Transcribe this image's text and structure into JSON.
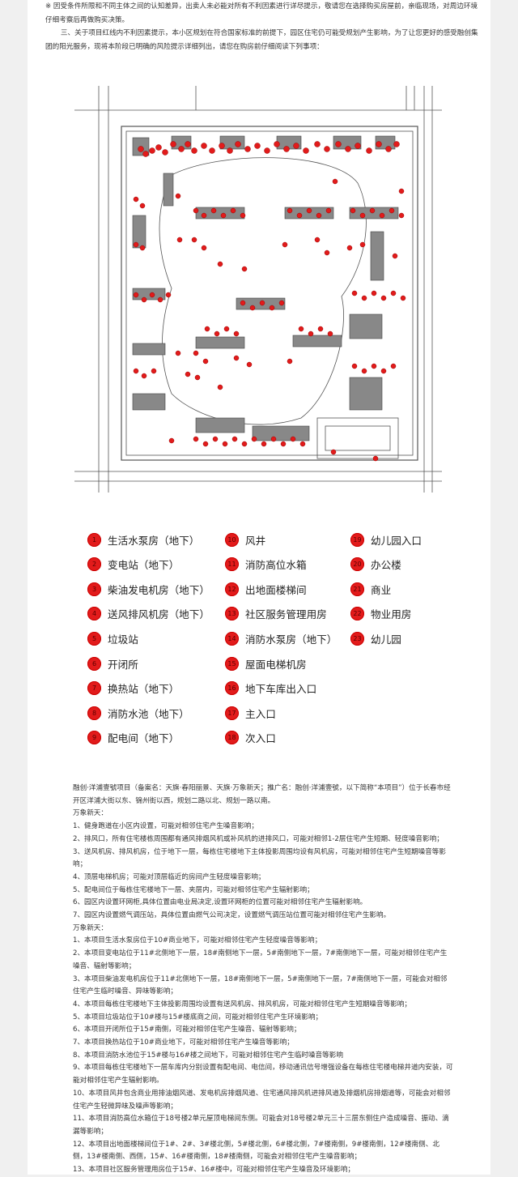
{
  "intro": {
    "p1": "※ 因受条件所限和不同主体之间的认知差异，出卖人未必能对所有不利因素进行详尽提示，敬请您在选择购买房屋前，亲临现场，对周边环境仔细考察后再做购买决策。",
    "p2": "三、关于项目红线内不利因素提示，本小区规划在符合国家标准的前提下，园区住宅仍可能受规划产生影响，为了让您更好的感受融创集团的阳光服务，现将本阶段已明确的风险提示详细列出，请您在购房前仔细阅读下列事项："
  },
  "legend": [
    {
      "num": "1",
      "label": "生活水泵房（地下）"
    },
    {
      "num": "2",
      "label": "变电站（地下）"
    },
    {
      "num": "3",
      "label": "柴油发电机房（地下）"
    },
    {
      "num": "4",
      "label": "送风排风机房（地下）"
    },
    {
      "num": "5",
      "label": "垃圾站"
    },
    {
      "num": "6",
      "label": "开闭所"
    },
    {
      "num": "7",
      "label": "换热站（地下）"
    },
    {
      "num": "8",
      "label": "消防水池（地下）"
    },
    {
      "num": "9",
      "label": "配电间（地下）"
    },
    {
      "num": "10",
      "label": "风井"
    },
    {
      "num": "11",
      "label": "消防高位水箱"
    },
    {
      "num": "12",
      "label": "出地面楼梯间"
    },
    {
      "num": "13",
      "label": "社区服务管理用房"
    },
    {
      "num": "14",
      "label": "消防水泵房（地下）"
    },
    {
      "num": "15",
      "label": "屋面电梯机房"
    },
    {
      "num": "16",
      "label": "地下车库出入口"
    },
    {
      "num": "17",
      "label": "主入口"
    },
    {
      "num": "18",
      "label": "次入口"
    },
    {
      "num": "19",
      "label": "幼儿园入口"
    },
    {
      "num": "20",
      "label": "办公楼"
    },
    {
      "num": "21",
      "label": "商业"
    },
    {
      "num": "22",
      "label": "物业用房"
    },
    {
      "num": "23",
      "label": "幼儿园"
    }
  ],
  "body": [
    "融创·洋浦壹號项目（备案名：天旗·春阳丽景、天旗·万象新天；推广名：融创·洋浦壹號，以下简称“本项目”）位于长春市经开区洋浦大街以东、锦州街以西，规划二路以北、规划一路以南。",
    "万象新天：",
    "1、健身跑道在小区内设置，可能对相邻住宅产生噪音影响；",
    "2、排风口，所有住宅楼栋周围都有通风排烟风机或补风机的进排风口，可能对相邻1-2层住宅产生短期、轻度噪音影响；",
    "3、送风机房、排风机房，位于地下一层，每栋住宅楼地下主体投影周围均设有风机房，可能对相邻住宅产生短期噪音等影响；",
    "4、顶层电梯机房；可能对顶层临近的房间产生轻度噪音影响；",
    "5、配电间位于每栋住宅楼地下一层、夹层内，可能对相邻住宅产生辐射影响；",
    "6、园区内设置环网柜,具体位置由电业局决定,设置环网柜的位置可能对相邻住宅产生辐射影响。",
    "7、园区内设置燃气调压站，具体位置由燃气公司决定，设置燃气调压站位置可能对相邻住宅产生影响。",
    "万象新天：",
    "1、本项目生活水泵房位于10#商业地下，可能对相邻住宅产生轻度噪音等影响；",
    "2、本项目变电站位于11#北侧地下一层，18#南侧地下一层，5#南侧地下一层，7#南侧地下一层，可能对相邻住宅产生噪音、辐射等影响；",
    "3、本项目柴油发电机房位于11#北侧地下一层，18#南侧地下一层，5#南侧地下一层，7#南侧地下一层，可能会对相邻住宅产生临时噪音、异味等影响；",
    "4、本项目每栋住宅楼地下主体投影周围均设置有送风机房、排风机房，可能对相邻住宅产生短期噪音等影响；",
    "5、本项目垃圾站位于10#楼与15#楼底商之间，可能对相邻住宅产生环境影响；",
    "6、本项目开闭所位于15#南侧，可能对相邻住宅产生噪音、辐射等影响；",
    "7、本项目换热站位于10#商业地下，可能对相邻住宅产生噪音等影响；",
    "8、本项目消防水池位于15#楼与16#楼之间地下，可能对相邻住宅产生临时噪音等影响",
    "9、本项目每栋住宅楼地下一层车库内分别设置有配电间、电信间，移动通讯信号增强设备在每栋住宅楼电梯井道内安装，可能对相邻住宅产生辐射影响。",
    "10、本项目风井包含商业用排油烟风道、发电机房排烟风道、住宅通风排风机进排风道及排烟机房排烟道等，可能会对相邻住宅产生轻微异味及噪声等影响；",
    "11、本项目消防高位水箱位于18号楼2单元屋顶电梯间东侧。可能会对18号楼2单元三十三层东侧住户造成噪音、振动、滴漏等影响；",
    "12、本项目出地面楼梯间位于1#、2#、3#楼北侧，5#楼北侧，6#楼北侧，7#楼南侧，9#楼南侧，12#楼南侧、北侧，13#楼南侧、西侧，15#、16#楼南侧，18#楼南侧，可能会对相邻住宅产生噪音影响；",
    "13、本项目社区服务管理用房位于15#、16#楼中，可能对相邻住宅产生噪音及环境影响；"
  ]
}
